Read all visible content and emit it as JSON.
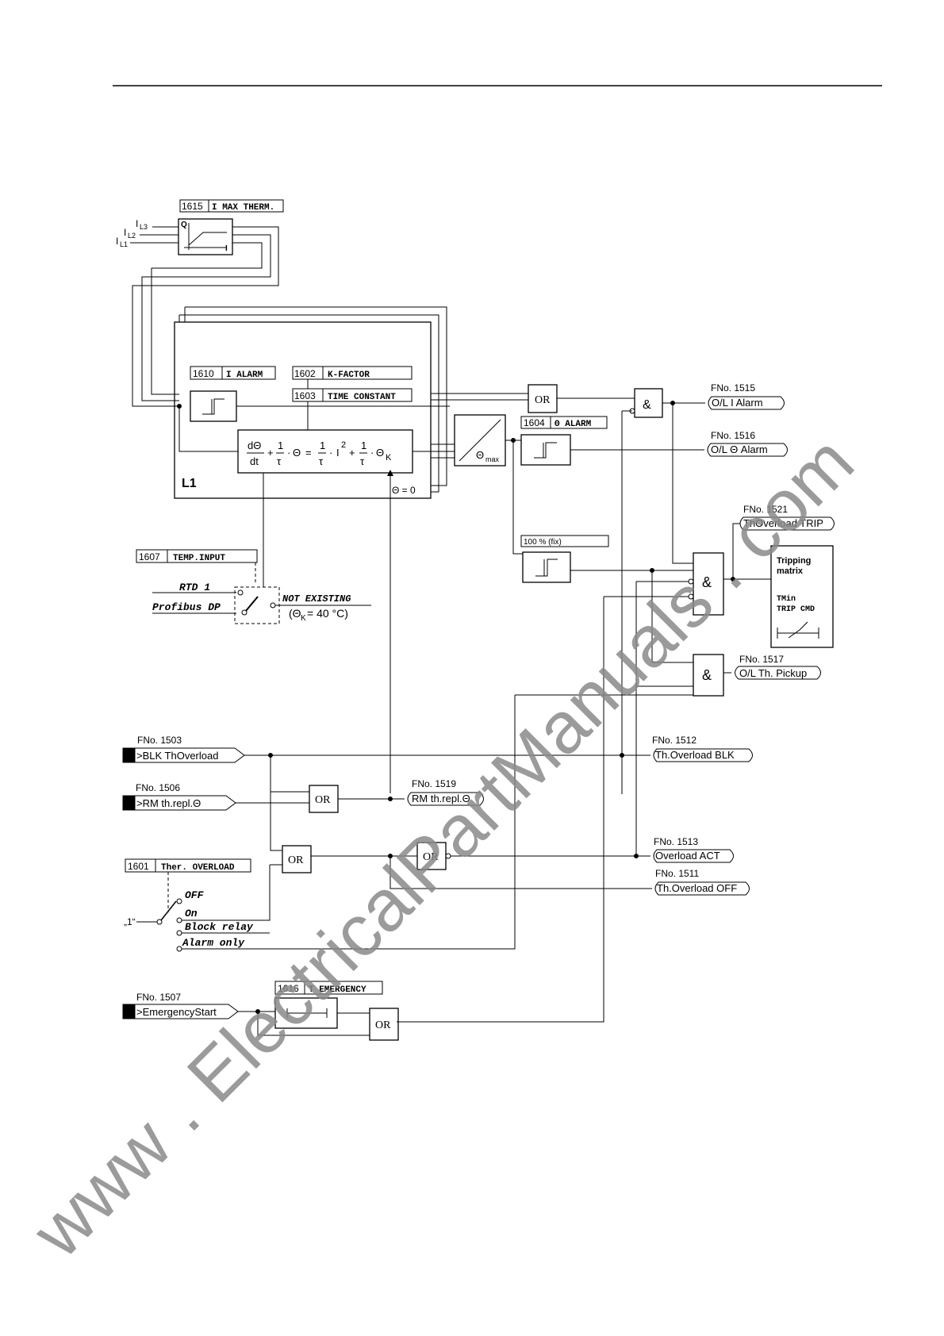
{
  "params": {
    "p1615": {
      "num": "1615",
      "label": "I MAX THERM."
    },
    "p1610": {
      "num": "1610",
      "label": "I ALARM"
    },
    "p1602": {
      "num": "1602",
      "label": "K-FACTOR"
    },
    "p1603": {
      "num": "1603",
      "label": "TIME CONSTANT"
    },
    "p1604": {
      "num": "1604",
      "label": "Θ ALARM"
    },
    "p1607": {
      "num": "1607",
      "label": "TEMP.INPUT"
    },
    "p1601": {
      "num": "1601",
      "label": "Ther. OVERLOAD"
    },
    "p1616": {
      "num": "1616",
      "label": "T EMERGENCY"
    }
  },
  "inputs": {
    "il3": "I",
    "il3_sub": "L3",
    "il2": "I",
    "il2_sub": "L2",
    "il1": "I",
    "il1_sub": "L1",
    "char_q": "Q",
    "char_i": "I"
  },
  "block": {
    "name": "L1",
    "reset": "Θ = 0",
    "theta_max": "Θ",
    "theta_max_sub": "max",
    "fix100": "100 % (fix)"
  },
  "formula": {
    "dtheta": "dΘ",
    "dt": "dt",
    "one": "1",
    "tau": "τ",
    "theta": "Θ",
    "eq": "=",
    "plus": "+",
    "dot": "·",
    "I": "I",
    "sq": "2",
    "thetaK": "Θ",
    "K": "K"
  },
  "temp": {
    "rtd": "RTD 1",
    "profibus": "Profibus DP",
    "not_existing": "NOT EXISTING",
    "thetak": "(Θ",
    "thetak_sub": "K",
    "thetak_val": " = 40 °C)"
  },
  "gates": {
    "or": "OR",
    "and": "&"
  },
  "outputs": {
    "f1515": {
      "fno": "FNo. 1515",
      "label": "O/L I Alarm"
    },
    "f1516": {
      "fno": "FNo. 1516",
      "label": "O/L Θ Alarm"
    },
    "f1521": {
      "fno": "FNo. 1521",
      "label": "ThOverload TRIP"
    },
    "f1517": {
      "fno": "FNo. 1517",
      "label": "O/L Th. Pickup"
    },
    "f1512": {
      "fno": "FNo. 1512",
      "label": "Th.Overload BLK"
    },
    "f1519": {
      "fno": "FNo. 1519",
      "label": "RM th.repl.Θ"
    },
    "f1513": {
      "fno": "FNo. 1513",
      "label": "Overload ACT"
    },
    "f1511": {
      "fno": "FNo. 1511",
      "label": "Th.Overload OFF"
    }
  },
  "bin_inputs": {
    "f1503": {
      "fno": "FNo. 1503",
      "label": ">BLK ThOverload"
    },
    "f1506": {
      "fno": "FNo. 1506",
      "label": ">RM th.repl.Θ"
    },
    "f1507": {
      "fno": "FNo. 1507",
      "label": ">EmergencyStart"
    }
  },
  "tripping": {
    "line1": "Tripping",
    "line2": "matrix",
    "line3": "TMin",
    "line4": "TRIP CMD"
  },
  "switch1601": {
    "one": "„1“",
    "off": "OFF",
    "on": "On",
    "block": "Block relay",
    "alarm": "Alarm only"
  },
  "watermark": "www . ElectricalPartManuals . com",
  "colors": {
    "line": "#000000",
    "watermark": "#8a8a8a"
  }
}
